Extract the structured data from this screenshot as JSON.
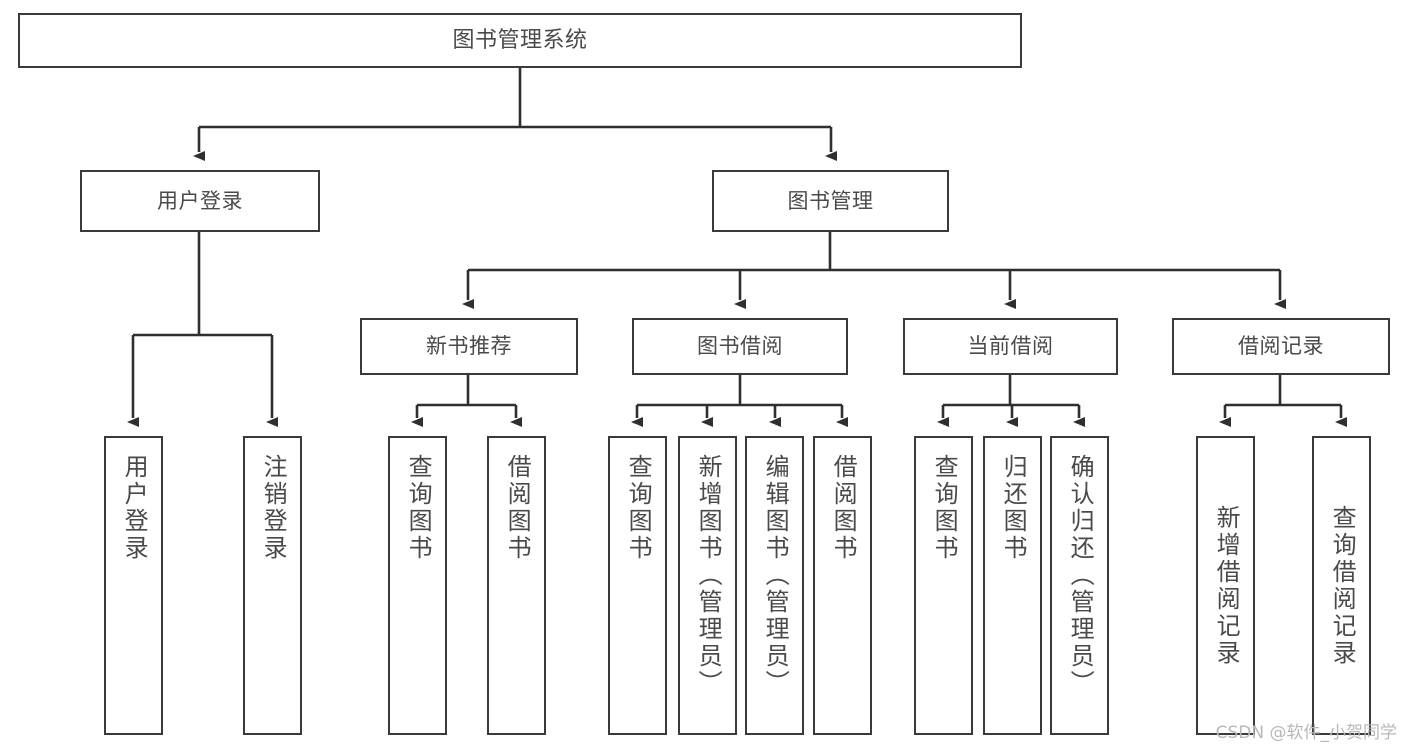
{
  "diagram": {
    "title": "图书管理系统",
    "type": "tree",
    "watermark": "CSDN @软件_小贺同学",
    "colors": {
      "border": "#3a3a3a",
      "text": "#4a4a4a",
      "background": "#ffffff",
      "edge": "#2f2f2f",
      "watermark": "#b8b8b8"
    },
    "root": {
      "label": "图书管理系统"
    },
    "level2": [
      {
        "label": "用户登录"
      },
      {
        "label": "图书管理"
      }
    ],
    "level3": [
      {
        "label": "新书推荐"
      },
      {
        "label": "图书借阅"
      },
      {
        "label": "当前借阅"
      },
      {
        "label": "借阅记录"
      }
    ],
    "leaves": {
      "user_login": [
        {
          "label": "用户登录"
        },
        {
          "label": "注销登录"
        }
      ],
      "new_book": [
        {
          "label": "查询图书"
        },
        {
          "label": "借阅图书"
        }
      ],
      "borrow_book": [
        {
          "label": "查询图书"
        },
        {
          "label": "新增图书（管理员）"
        },
        {
          "label": "编辑图书（管理员）"
        },
        {
          "label": "借阅图书"
        }
      ],
      "current_borrow": [
        {
          "label": "查询图书"
        },
        {
          "label": "归还图书"
        },
        {
          "label": "确认归还（管理员）"
        }
      ],
      "borrow_record": [
        {
          "label": "新增借阅记录"
        },
        {
          "label": "查询借阅记录"
        }
      ]
    }
  }
}
